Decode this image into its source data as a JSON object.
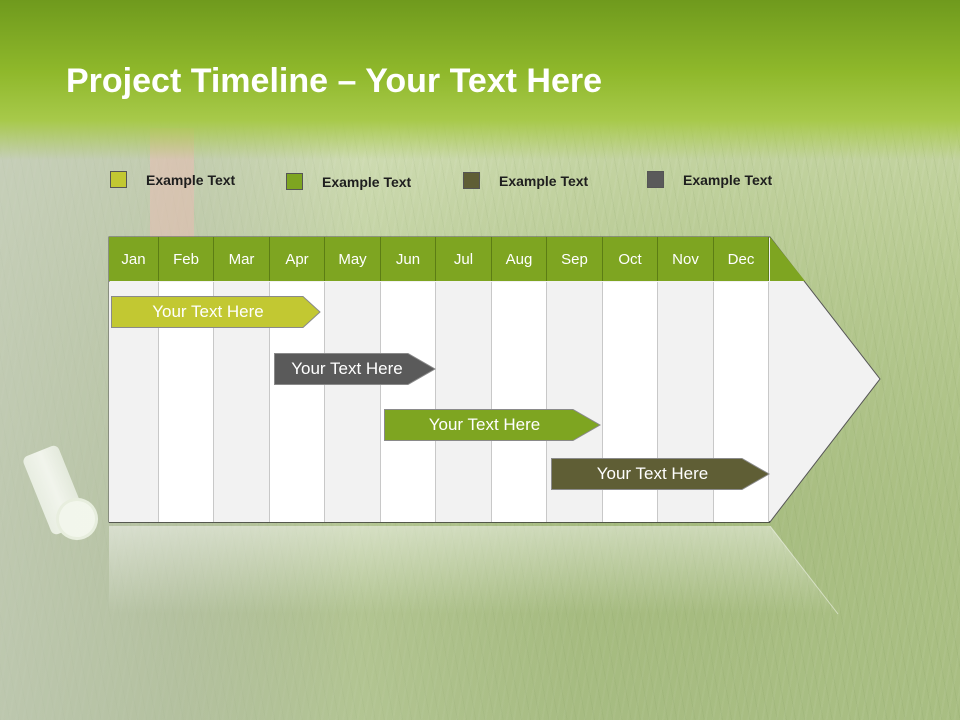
{
  "slide": {
    "title_bold": "Project Timeline",
    "title_rest": " – Your Text Here"
  },
  "legend": [
    {
      "label": "Example Text",
      "color": "#c2c832"
    },
    {
      "label": "Example Text",
      "color": "#7ea521"
    },
    {
      "label": "Example Text",
      "color": "#5f5e35"
    },
    {
      "label": "Example Text",
      "color": "#5a5a5a"
    }
  ],
  "timeline": {
    "months": [
      "Jan",
      "Feb",
      "Mar",
      "Apr",
      "May",
      "Jun",
      "Jul",
      "Aug",
      "Sep",
      "Oct",
      "Nov",
      "Dec"
    ],
    "header_color": "#7ea521",
    "tasks": [
      {
        "label": "Your  Text Here",
        "color": "#c2c832"
      },
      {
        "label": "Your  Text Here",
        "color": "#5a5a5a"
      },
      {
        "label": "Your  Text Here",
        "color": "#7ea521"
      },
      {
        "label": "Your  Text Here",
        "color": "#5f5e35"
      }
    ]
  }
}
